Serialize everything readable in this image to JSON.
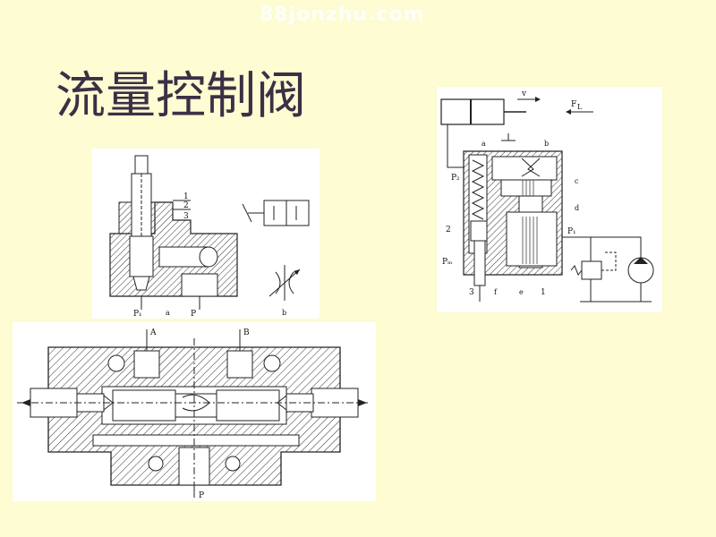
{
  "slide": {
    "watermark": "88jonzhu.com",
    "title": "流量控制阀"
  },
  "diagram_tl": {
    "part_labels": [
      "1",
      "2",
      "3"
    ],
    "port_p1": "P₁",
    "port_a": "a",
    "port_p": "P",
    "fig_b": "b"
  },
  "diagram_tr": {
    "velocity": "v",
    "load": "F",
    "load_sub": "L",
    "p2": "P₂",
    "pm": "Pₘ",
    "p1": "P₁",
    "letter_a": "a",
    "letter_b": "b",
    "letter_c": "c",
    "letter_d": "d",
    "letter_e": "e",
    "letter_f": "f",
    "num_1": "1",
    "num_2": "2",
    "num_3": "3"
  },
  "diagram_bottom": {
    "port_a": "A",
    "port_b": "B",
    "port_p": "P"
  }
}
